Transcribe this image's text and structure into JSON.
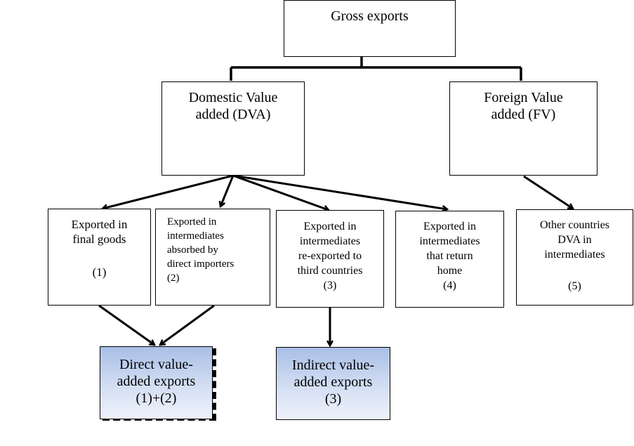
{
  "gross": {
    "label": "Gross exports"
  },
  "dva": {
    "line1": "Domestic Value",
    "line2": "added (DVA)"
  },
  "fv": {
    "line1": "Foreign Value",
    "line2": "added (FV)"
  },
  "cat1": {
    "line1": "Exported in",
    "line2": "final goods",
    "num": "(1)"
  },
  "cat2": {
    "line1": "Exported in",
    "line2": "intermediates",
    "line3": "absorbed by",
    "line4": "direct importers",
    "num": "(2)"
  },
  "cat3": {
    "line1": "Exported in",
    "line2": "intermediates",
    "line3": "re-exported to",
    "line4": "third countries",
    "num": "(3)"
  },
  "cat4": {
    "line1": "Exported in",
    "line2": "intermediates",
    "line3": "that return",
    "line4": "home",
    "num": "(4)"
  },
  "cat5": {
    "line1": "Other countries",
    "line2": "DVA in",
    "line3": "intermediates",
    "num": "(5)"
  },
  "direct": {
    "line1": "Direct value-",
    "line2": "added exports",
    "line3": "(1)+(2)"
  },
  "indirect": {
    "line1": "Indirect value-",
    "line2": "added exports",
    "line3": "(3)"
  }
}
